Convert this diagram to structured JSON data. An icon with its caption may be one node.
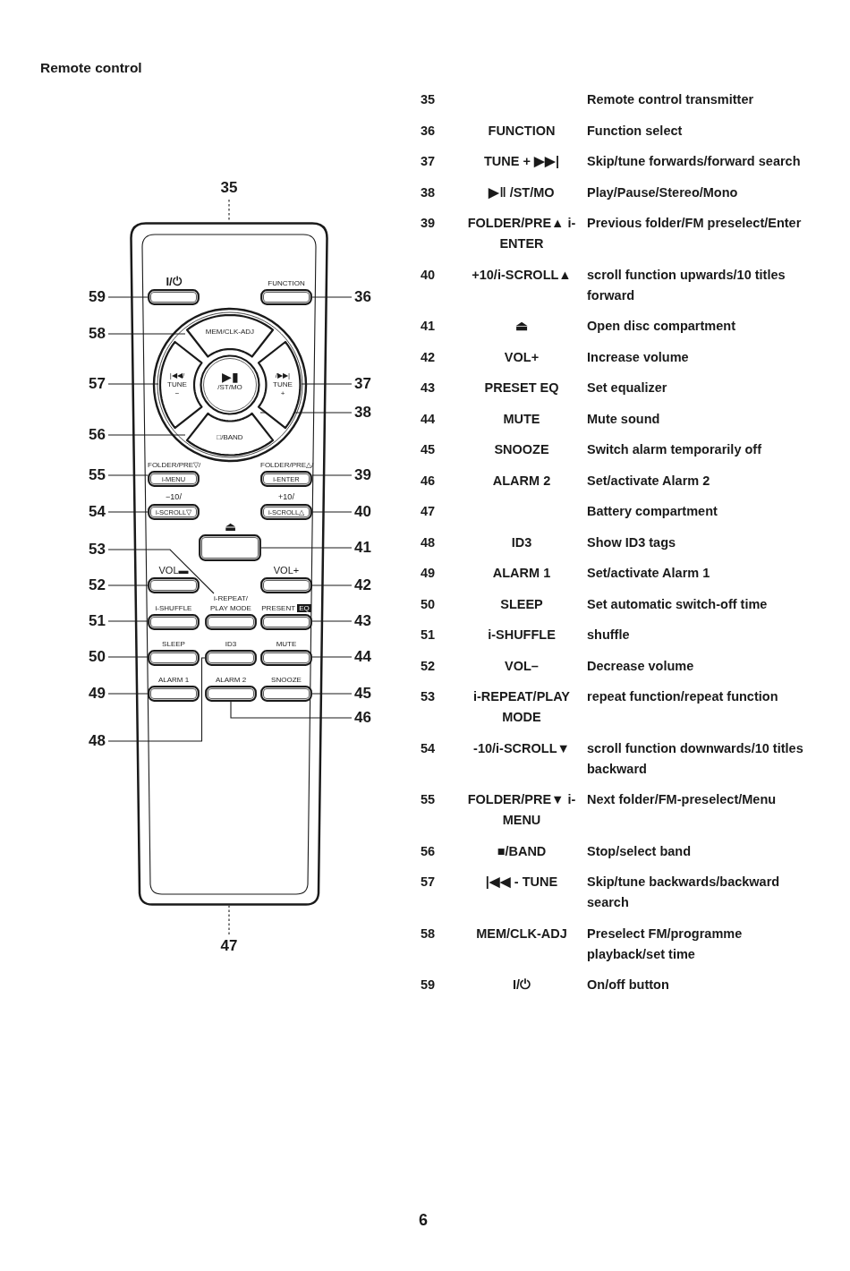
{
  "diagram": {
    "title": "Remote control",
    "nodes": [
      {
        "text": [],
        "shape": "box"
      },
      {
        "text": [
          "I/⏻"
        ],
        "in": 0
      },
      {
        "text": [
          "FUNCTION"
        ],
        "in": 0
      },
      {
        "text": [
          "MEM/CLK-ADJ"
        ],
        "in": 0
      },
      {
        "text": [
          "|◀◀/",
          "TUNE",
          "−"
        ],
        "in": 0
      },
      {
        "text": [
          "▶▮",
          "/ST/MO"
        ],
        "in": 0
      },
      {
        "text": [
          "/▶▶|",
          "TUNE",
          "+"
        ],
        "in": 0
      },
      {
        "text": [
          "□/BAND"
        ],
        "in": 0
      },
      {
        "text": [
          "FOLDER/PRE▽/",
          "i-MENU"
        ],
        "in": 0
      },
      {
        "text": [
          "FOLDER/PRE△/",
          "i-ENTER"
        ],
        "in": 0
      },
      {
        "text": [
          "−10/",
          "i-SCROLL▽"
        ],
        "in": 0
      },
      {
        "text": [
          "+10/",
          "i-SCROLL△"
        ],
        "in": 0
      },
      {
        "text": [
          "⏏"
        ],
        "in": 0
      },
      {
        "text": [
          "VOL▬"
        ],
        "in": 0
      },
      {
        "text": [
          "VOL+"
        ],
        "in": 0
      },
      {
        "text": [
          "i-SHUFFLE"
        ],
        "in": 0
      },
      {
        "text": [
          "i-REPEAT/ PLAY MODE"
        ],
        "in": 0
      },
      {
        "text": [
          "PRESENT **EQ**"
        ],
        "in": 0
      },
      {
        "text": [
          "SLEEP"
        ],
        "in": 0
      },
      {
        "text": [
          "ID3"
        ],
        "in": 0
      },
      {
        "text": [
          "MUTE"
        ],
        "in": 0
      },
      {
        "text": [
          "ALARM 1"
        ],
        "in": 0
      },
      {
        "text": [
          "ALARM 2"
        ],
        "in": 0
      },
      {
        "text": [
          "SNOOZE"
        ],
        "in": 0
      },
      {
        "text": [
          "35"
        ]
      },
      {
        "text": [
          "59"
        ]
      },
      {
        "text": [
          "36"
        ]
      },
      {
        "text": [
          "58"
        ]
      },
      {
        "text": [
          "57"
        ]
      },
      {
        "text": [
          "37"
        ]
      },
      {
        "text": [
          "38"
        ]
      },
      {
        "text": [
          "56"
        ]
      },
      {
        "text": [
          "55"
        ]
      },
      {
        "text": [
          "39"
        ]
      },
      {
        "text": [
          "54"
        ]
      },
      {
        "text": [
          "40"
        ]
      },
      {
        "text": [
          "53"
        ]
      },
      {
        "text": [
          "41"
        ]
      },
      {
        "text": [
          "52"
        ]
      },
      {
        "text": [
          "42"
        ]
      },
      {
        "text": [
          "51"
        ]
      },
      {
        "text": [
          "43"
        ]
      },
      {
        "text": [
          "50"
        ]
      },
      {
        "text": [
          "44"
        ]
      },
      {
        "text": [
          "49"
        ]
      },
      {
        "text": [
          "45"
        ]
      },
      {
        "text": [
          "46"
        ]
      },
      {
        "text": [
          "48"
        ]
      },
      {
        "text": [
          "47"
        ]
      }
    ],
    "edges": [
      {
        "from": 24,
        "to": 0,
        "arrow": "none",
        "style": "dashed"
      },
      {
        "from": 25,
        "to": 1,
        "arrow": "none"
      },
      {
        "from": 26,
        "to": 2,
        "arrow": "none"
      },
      {
        "from": 27,
        "to": 3,
        "arrow": "none"
      },
      {
        "from": 28,
        "to": 4,
        "arrow": "none"
      },
      {
        "from": 29,
        "to": 6,
        "arrow": "none"
      },
      {
        "from": 30,
        "to": 5,
        "arrow": "none"
      },
      {
        "from": 31,
        "to": 7,
        "arrow": "none"
      },
      {
        "from": 32,
        "to": 8,
        "arrow": "none"
      },
      {
        "from": 33,
        "to": 9,
        "arrow": "none"
      },
      {
        "from": 34,
        "to": 10,
        "arrow": "none"
      },
      {
        "from": 35,
        "to": 11,
        "arrow": "none"
      },
      {
        "from": 36,
        "to": 16,
        "arrow": "none"
      },
      {
        "from": 37,
        "to": 12,
        "arrow": "none"
      },
      {
        "from": 38,
        "to": 13,
        "arrow": "none"
      },
      {
        "from": 39,
        "to": 14,
        "arrow": "none"
      },
      {
        "from": 40,
        "to": 15,
        "arrow": "none"
      },
      {
        "from": 41,
        "to": 17,
        "arrow": "none"
      },
      {
        "from": 42,
        "to": 18,
        "arrow": "none"
      },
      {
        "from": 43,
        "to": 20,
        "arrow": "none"
      },
      {
        "from": 44,
        "to": 21,
        "arrow": "none"
      },
      {
        "from": 45,
        "to": 23,
        "arrow": "none"
      },
      {
        "from": 46,
        "to": 22,
        "arrow": "none"
      },
      {
        "from": 47,
        "to": 19,
        "arrow": "none"
      },
      {
        "from": 48,
        "to": 0,
        "arrow": "none",
        "style": "dashed"
      }
    ],
    "labels": [
      "35",
      "Remote control transmitter",
      "36",
      "FUNCTION",
      "Function select",
      "37",
      "TUNE + ▶▶|",
      "Skip/tune forwards/forward search",
      "38",
      "▶‖ /ST/MO",
      "Play/Pause/Stereo/Mono",
      "39",
      "FOLDER/PRE▲ i-ENTER",
      "Previous folder/FM preselect/Enter",
      "40",
      "+10/i-SCROLL▲",
      "scroll function upwards/10 titles forward",
      "41",
      "⏏",
      "Open disc compartment",
      "42",
      "VOL+",
      "Increase volume",
      "43",
      "PRESET EQ",
      "Set equalizer",
      "44",
      "MUTE",
      "Mute sound",
      "45",
      "SNOOZE",
      "Switch alarm temporarily off",
      "46",
      "ALARM 2",
      "Set/activate Alarm 2",
      "47",
      "Battery compartment",
      "48",
      "ID3",
      "Show ID3 tags",
      "49",
      "ALARM 1",
      "Set/activate Alarm 1",
      "50",
      "SLEEP",
      "Set automatic switch-off time",
      "51",
      "i-SHUFFLE",
      "shuffle",
      "52",
      "VOL–",
      "Decrease volume",
      "53",
      "i-REPEAT/PLAY MODE",
      "repeat function/repeat function",
      "54",
      "-10/i-SCROLL▼",
      "scroll function downwards/10 titles backward",
      "55",
      "FOLDER/PRE▼ i-MENU",
      "Next folder/FM-preselect/Menu",
      "56",
      "■/BAND",
      "Stop/select band",
      "57",
      "|◀◀ - TUNE",
      "Skip/tune backwards/backward search",
      "58",
      "MEM/CLK-ADJ",
      "Preselect FM/programme playback/set time",
      "59",
      "I/⏻",
      "On/off button",
      "6"
    ]
  }
}
